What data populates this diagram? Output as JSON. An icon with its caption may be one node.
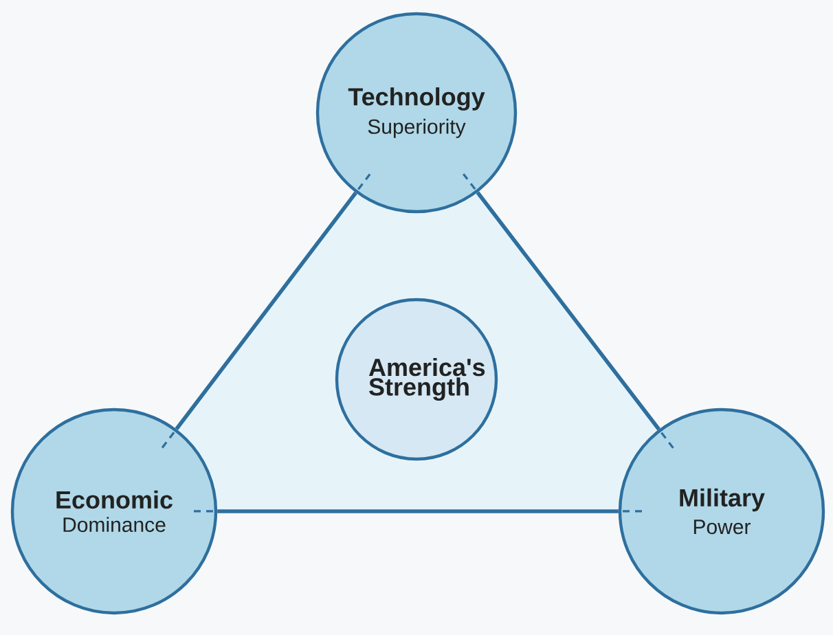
{
  "diagram": {
    "nodes": [
      {
        "text": [
          "Technology",
          "Superiority"
        ]
      },
      {
        "text": [
          "Economic",
          "Dominance"
        ]
      },
      {
        "text": [
          "Military",
          "Power"
        ]
      },
      {
        "text": [
          "America's Strength"
        ]
      }
    ],
    "edges": [
      {
        "from": 0,
        "to": 1,
        "arrow": "none"
      },
      {
        "from": 0,
        "to": 2,
        "arrow": "none"
      },
      {
        "from": 1,
        "to": 2,
        "arrow": "none"
      }
    ]
  }
}
